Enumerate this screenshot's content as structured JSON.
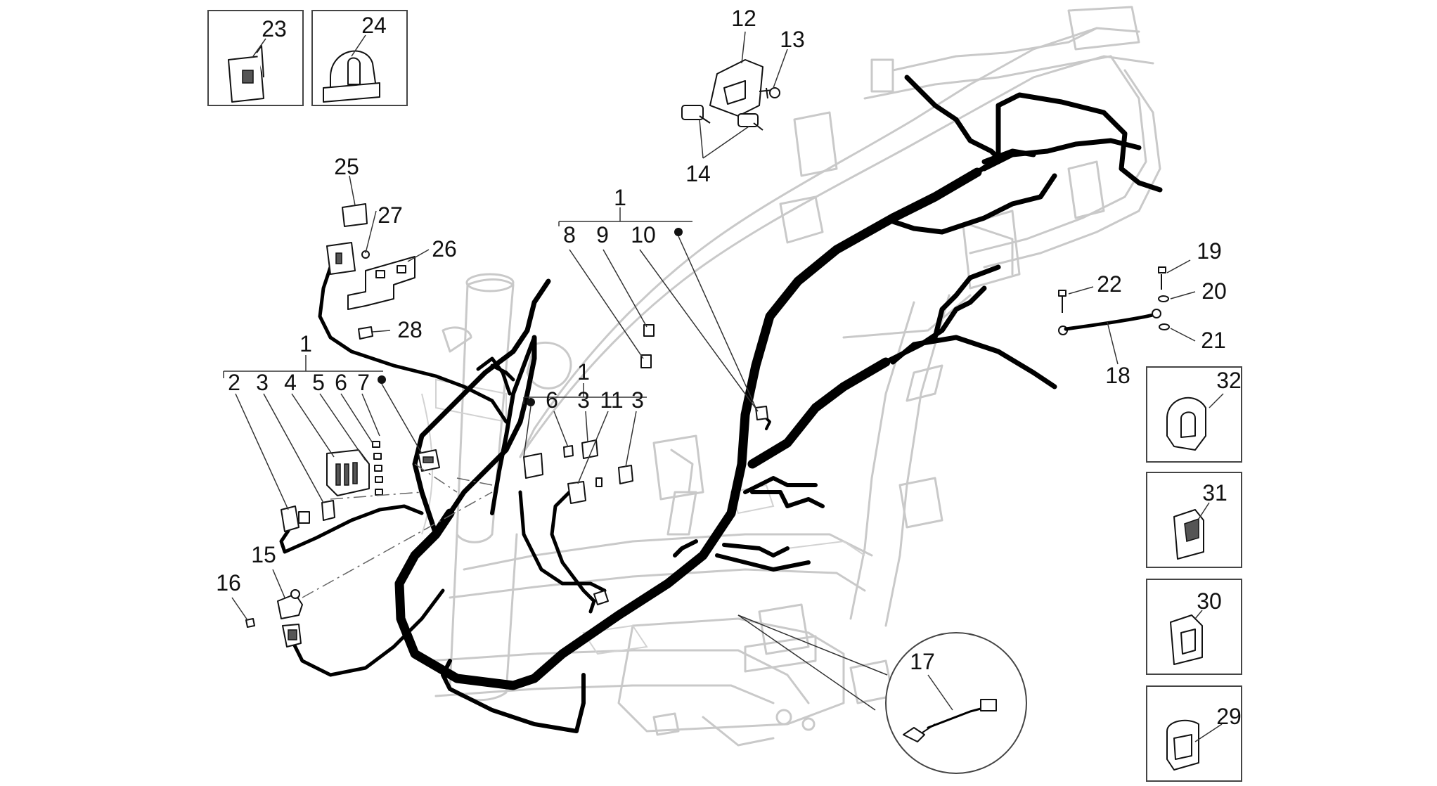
{
  "callouts": {
    "c1a": "1",
    "c1b": "1",
    "c1c": "1",
    "c2": "2",
    "c3a": "3",
    "c3b": "3",
    "c3c": "3",
    "c4": "4",
    "c5": "5",
    "c6a": "6",
    "c6b": "6",
    "c7": "7",
    "c8": "8",
    "c9": "9",
    "c10": "10",
    "c11": "11",
    "c12": "12",
    "c13": "13",
    "c14": "14",
    "c15": "15",
    "c16": "16",
    "c17": "17",
    "c18": "18",
    "c19": "19",
    "c20": "20",
    "c21": "21",
    "c22": "22",
    "c23": "23",
    "c24": "24",
    "c25": "25",
    "c26": "26",
    "c27": "27",
    "c28": "28",
    "c29": "29",
    "c30": "30",
    "c31": "31",
    "c32": "32"
  },
  "colors": {
    "harness": "#000000",
    "frame": "#c9c9c9",
    "text": "#111111",
    "background": "#ffffff"
  }
}
